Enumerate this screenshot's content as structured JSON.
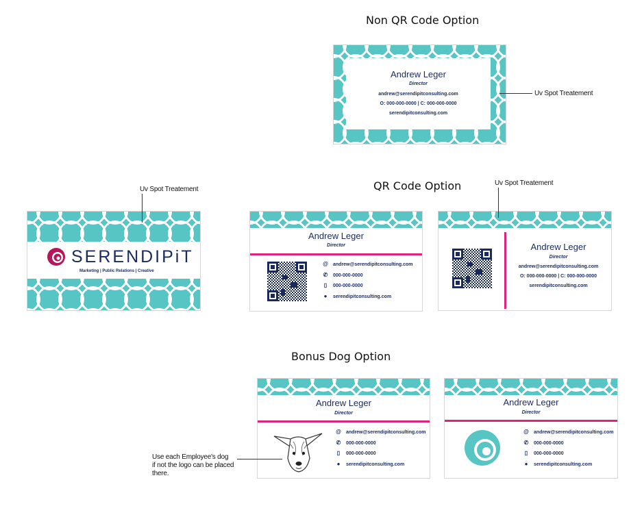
{
  "headings": {
    "non_qr": "Non QR Code Option",
    "qr": "QR Code Option",
    "bonus_dog": "Bonus Dog Option"
  },
  "notes": {
    "uv_spot": "Uv Spot Treatement",
    "dog_note": [
      "Use each Employee's dog",
      "if not the logo can be placed",
      "there."
    ]
  },
  "person": {
    "name": "Andrew Leger",
    "title": "Director",
    "email": "andrew@serendipitconsulting.com",
    "phones_combined": "O: 000-000-0000  |  C: 000-000-0000",
    "phone_office": "000-000-0000",
    "phone_cell": "000-000-0000",
    "website": "serendipitconsulting.com"
  },
  "brand": {
    "name": "SERENDIPiT",
    "tagline": "Marketing  |  Public Relations  |  Creative"
  },
  "colors": {
    "teal": "#56c5c3",
    "pink": "#e0237a",
    "navy": "#1b2a5c",
    "logo_magenta": "#b5175a"
  },
  "icons": [
    "email-icon",
    "phone-icon",
    "mobile-icon",
    "globe-icon"
  ]
}
